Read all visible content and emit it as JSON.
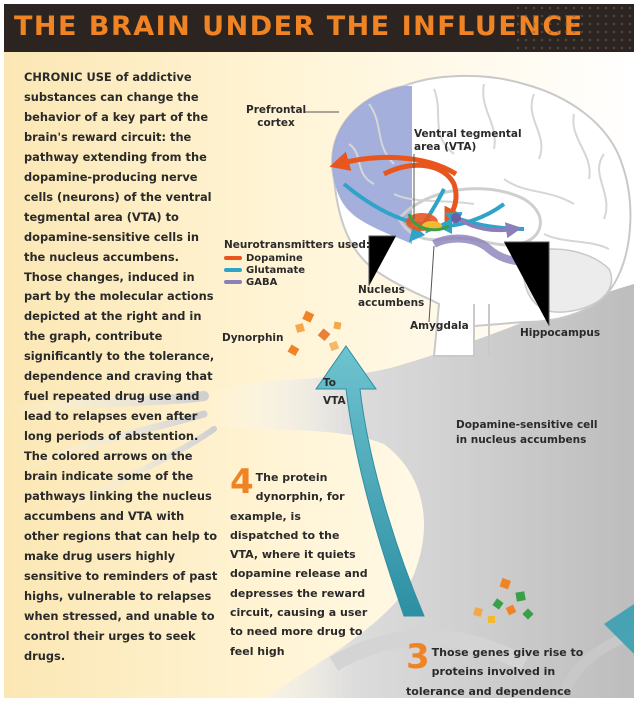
{
  "header": {
    "title": "THE BRAIN UNDER THE INFLUENCE"
  },
  "intro": {
    "text": "CHRONIC USE of addictive substances can change the behavior of a key part of the brain's reward circuit: the pathway extending from the dopamine-producing nerve cells (neurons) of the ventral tegmental area (VTA) to dopamine-sensitive cells in the nucleus accumbens. Those changes, induced in part by the molecular actions depicted at the right and in the graph, contribute significantly to the tolerance, dependence and craving that fuel repeated drug use and lead to relapses even after long periods of abstention. The colored arrows on the brain indicate some of the pathways linking the nucleus accumbens and VTA with other regions that can help to make drug users highly sensitive to reminders of past highs, vulnerable to relapses when stressed, and unable to control their urges to seek drugs."
  },
  "brain_labels": {
    "prefrontal_line1": "Prefrontal",
    "prefrontal_line2": "cortex",
    "vta_line1": "Ventral tegmental",
    "vta_line2": "area (VTA)",
    "nucleus_line1": "Nucleus",
    "nucleus_line2": "accumbens",
    "amygdala": "Amygdala",
    "hippocampus": "Hippocampus"
  },
  "legend": {
    "title": "Neurotransmitters used:",
    "items": [
      {
        "label": "Dopamine",
        "color": "#e8561e"
      },
      {
        "label": "Glutamate",
        "color": "#2fa3c8"
      },
      {
        "label": "GABA",
        "color": "#8a7fb8"
      }
    ]
  },
  "cell_labels": {
    "dynorphin": "Dynorphin",
    "to_vta_line1": "To",
    "to_vta_line2": "VTA",
    "dopamine_cell_line1": "Dopamine-sensitive cell",
    "dopamine_cell_line2": "in nucleus accumbens"
  },
  "steps": [
    {
      "number": "4",
      "text": "The protein dynorphin, for example, is dispatched to the VTA, where it quiets dopamine release and depresses the reward circuit, causing a user to need more drug to feel high"
    },
    {
      "number": "3",
      "text": "Those genes give rise to proteins involved in tolerance and dependence"
    }
  ],
  "colors": {
    "accent_orange": "#f08424",
    "title_bar": "#2b2420",
    "arrow_teal": "#3a9fb2",
    "prefrontal_blue": "#9aa6d8"
  }
}
